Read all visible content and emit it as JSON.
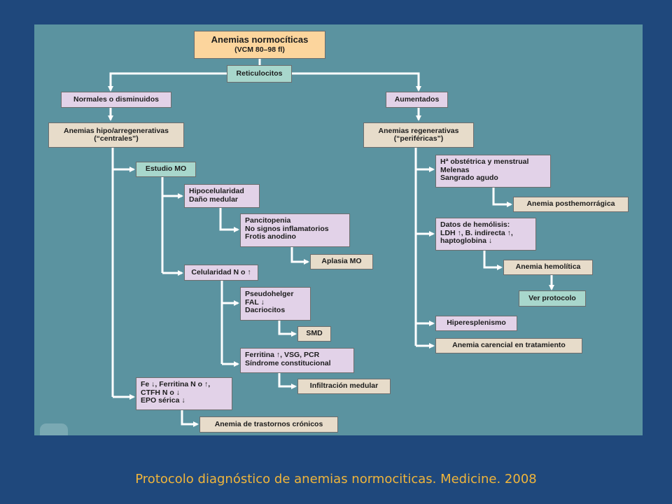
{
  "caption": "Protocolo diagnóstico de anemias normociticas. Medicine. 2008",
  "colors": {
    "background": "#1f487c",
    "panel": "#5b93a0",
    "root": "#fcd59d",
    "test": "#a8d7cc",
    "finding": "#e2d2e8",
    "category": "#e7dcca",
    "caption": "#f0b53b",
    "connector": "#ffffff"
  },
  "nodes": {
    "root_title": "Anemias normocíticas",
    "root_subtitle": "(VCM 80–98 fl)",
    "reticulocitos": "Reticulocitos",
    "normales": "Normales o disminuidos",
    "aumentados": "Aumentados",
    "hipo": "Anemias hipo/arregenerativas\n(“centrales”)",
    "regenerativas": "Anemias regenerativas\n(“periféricas”)",
    "estudio_mo": "Estudio MO",
    "hipocelularidad": "Hipocelularidad\nDaño medular",
    "pancitopenia": "Pancitopenia\nNo signos inflamatorios\nFrotis anodino",
    "aplasia": "Aplasia MO",
    "celularidad": "Celularidad N o ↑",
    "pseudohelger": "Pseudohelger\nFAL ↓\nDacriocitos",
    "smd": "SMD",
    "ferritina_vsg": "Ferritina ↑, VSG, PCR\nSíndrome constitucional",
    "infiltracion": "Infiltración medular",
    "fe_ferritina": "Fe ↓, Ferritina N o ↑,\nCTFH N o ↓\nEPO sérica ↓",
    "anemia_cronicos": "Anemia de trastornos crónicos",
    "hemorragia": "Hª obstétrica y menstrual\nMelenas\nSangrado agudo",
    "posthemorragica": "Anemia posthemorrágica",
    "hemolisis": "Datos de hemólisis:\nLDH ↑, B. indirecta ↑,\nhaptoglobina ↓",
    "anemia_hemolitica": "Anemia hemolítica",
    "ver_protocolo": "Ver protocolo",
    "hiperesplenismo": "Hiperesplenismo",
    "carencial": "Anemia carencial en tratamiento"
  }
}
